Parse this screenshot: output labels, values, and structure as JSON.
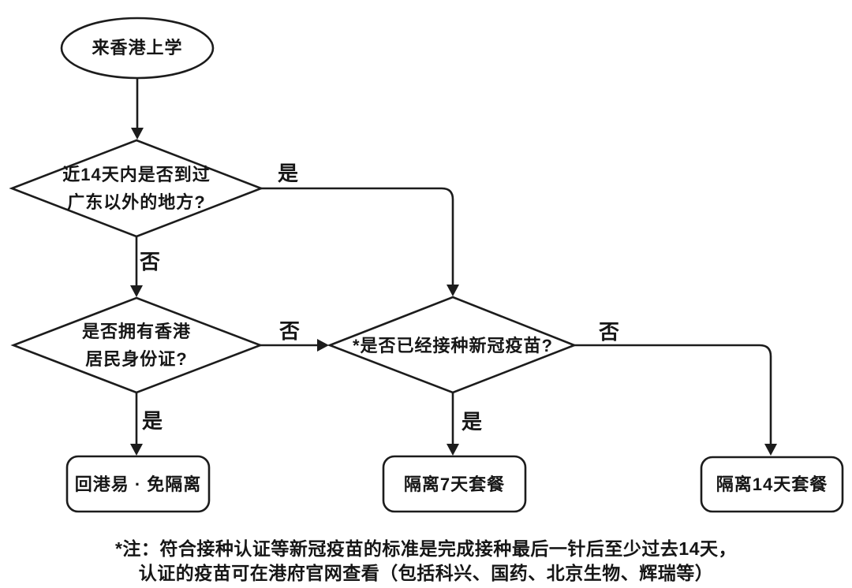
{
  "flowchart": {
    "nodes": {
      "start": {
        "label": "来香港上学"
      },
      "q_travel": {
        "line1": "近14天内是否到过",
        "line2": "广东以外的地方?"
      },
      "q_hkid": {
        "line1": "是否拥有香港",
        "line2": "居民身份证?"
      },
      "q_vaccine": {
        "label": "*是否已经接种新冠疫苗?"
      },
      "result_return2hk": {
        "label": "回港易 · 免隔离"
      },
      "result_quarantine7": {
        "label": "隔离7天套餐"
      },
      "result_quarantine14": {
        "label": "隔离14天套餐"
      }
    },
    "edge_labels": {
      "travel_yes": "是",
      "travel_no": "否",
      "hkid_no": "否",
      "hkid_yes": "是",
      "vaccine_yes": "是",
      "vaccine_no": "否"
    },
    "note": {
      "line1": "*注：符合接种认证等新冠疫苗的标准是完成接种最后一针后至少过去14天，",
      "line2": "认证的疫苗可在港府官网查看（包括科兴、国药、北京生物、辉瑞等）"
    },
    "colors": {
      "stroke": "#1c1c1c",
      "background": "#ffffff",
      "text": "#161616"
    }
  }
}
